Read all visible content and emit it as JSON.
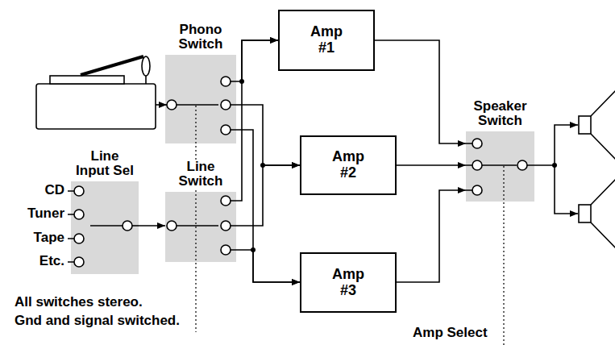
{
  "diagram": {
    "nodes": [
      {
        "text": [
          "Phono Switch"
        ]
      },
      {
        "text": [
          "Amp #1"
        ]
      },
      {
        "text": [
          "Line Input Sel"
        ]
      },
      {
        "text": [
          "Line Switch"
        ]
      },
      {
        "text": [
          "Amp #2"
        ]
      },
      {
        "text": [
          "Amp #3"
        ]
      },
      {
        "text": [
          "Speaker Switch"
        ]
      }
    ],
    "edges": [
      {
        "from": 0,
        "to": 1,
        "arrow": "to"
      },
      {
        "from": 0,
        "to": 4,
        "arrow": "to"
      },
      {
        "from": 0,
        "to": 5,
        "arrow": "to"
      },
      {
        "from": 2,
        "to": 3,
        "arrow": "to"
      },
      {
        "from": 3,
        "to": 1,
        "arrow": "to"
      },
      {
        "from": 3,
        "to": 4,
        "arrow": "to"
      },
      {
        "from": 3,
        "to": 5,
        "arrow": "to"
      },
      {
        "from": 1,
        "to": 6,
        "arrow": "to"
      },
      {
        "from": 4,
        "to": 6,
        "arrow": "to"
      },
      {
        "from": 5,
        "to": 6,
        "arrow": "to"
      }
    ],
    "labels": [
      "CD",
      "Tuner",
      "Tape",
      "Etc.",
      "All switches stereo.",
      "Gnd and signal switched.",
      "Amp Select"
    ]
  }
}
